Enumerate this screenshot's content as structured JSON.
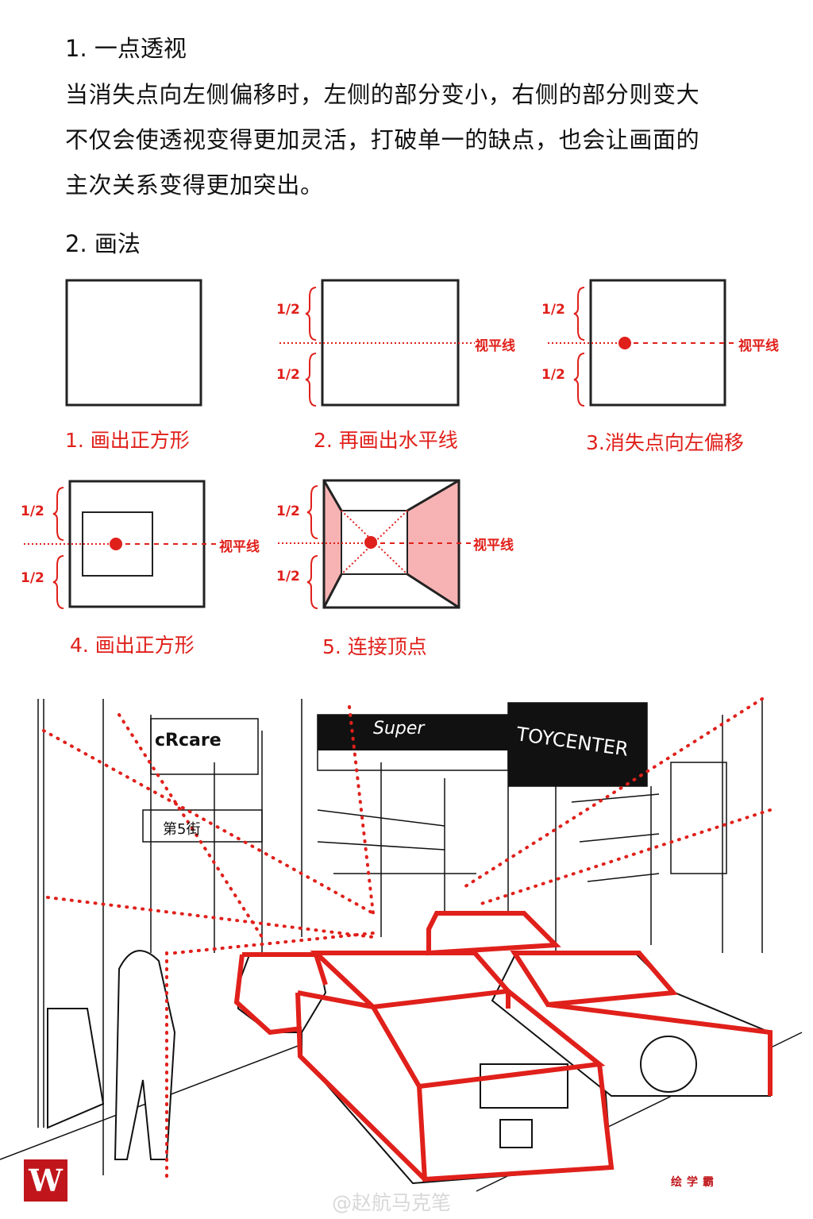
{
  "section1": {
    "title": "1. 一点透视",
    "lines": [
      "当消失点向左侧偏移时，左侧的部分变小，右侧的部分则变大",
      "不仅会使透视变得更加灵活，打破单一的缺点，也会让画面的",
      "主次关系变得更加突出。"
    ]
  },
  "section2": {
    "title": "2. 画法",
    "half_label": "1/2",
    "horizon_label": "视平线",
    "steps": [
      "1. 画出正方形",
      "2. 再画出水平线",
      "3.消失点向左偏移",
      "4. 画出正方形",
      "5. 连接顶点"
    ]
  },
  "illustration": {
    "signs": [
      "cRcare",
      "第5街",
      "Super",
      "TOYCENTER"
    ],
    "brand": "绘学霸",
    "watermark": "@赵航马克笔",
    "logo_letter": "W"
  },
  "colors": {
    "accent": "#e0201b",
    "pink": "#f7b3b3"
  }
}
